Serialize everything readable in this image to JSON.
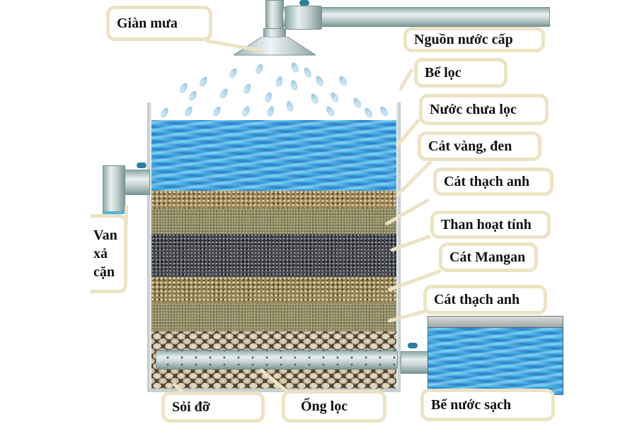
{
  "diagram": {
    "title_implied": "Water filtration tank diagram",
    "labels": {
      "gian_mua": "Giàn mưa",
      "nguon_nuoc_cap": "Nguồn nước cấp",
      "be_loc": "Bể lọc",
      "nuoc_chua_loc": "Nước chưa lọc",
      "cat_vang_den": "Cát vàng, đen",
      "cat_thach_anh_1": "Cát thạch anh",
      "than_hoat_tinh": "Than hoạt tính",
      "cat_mangan": "Cát Mangan",
      "cat_thach_anh_2": "Cát thạch anh",
      "van_xa_can": "Van xả cặn",
      "van_xa_can_lines": [
        "Van",
        "xả",
        "cặn"
      ],
      "soi_do": "Sỏi đỡ",
      "ong_loc": "Ống lọc",
      "be_nuoc_sach": "Bể nước sạch"
    },
    "layers_top_to_bottom": [
      {
        "name": "Nước chưa lọc",
        "texture": "water"
      },
      {
        "name": "Cát vàng, đen",
        "texture": "sand-yellow"
      },
      {
        "name": "Cát thạch anh",
        "texture": "sand-quartz"
      },
      {
        "name": "Than hoạt tính",
        "texture": "carbon"
      },
      {
        "name": "Cát Mangan",
        "texture": "mangan"
      },
      {
        "name": "Cát thạch anh",
        "texture": "sand-quartz"
      },
      {
        "name": "Sỏi đỡ",
        "texture": "gravel"
      }
    ],
    "colors": {
      "label_border": "#ece3c4",
      "water": "#3aa7dc",
      "pipe": "#c9d6d5",
      "valve": "#2a7fa0"
    }
  }
}
